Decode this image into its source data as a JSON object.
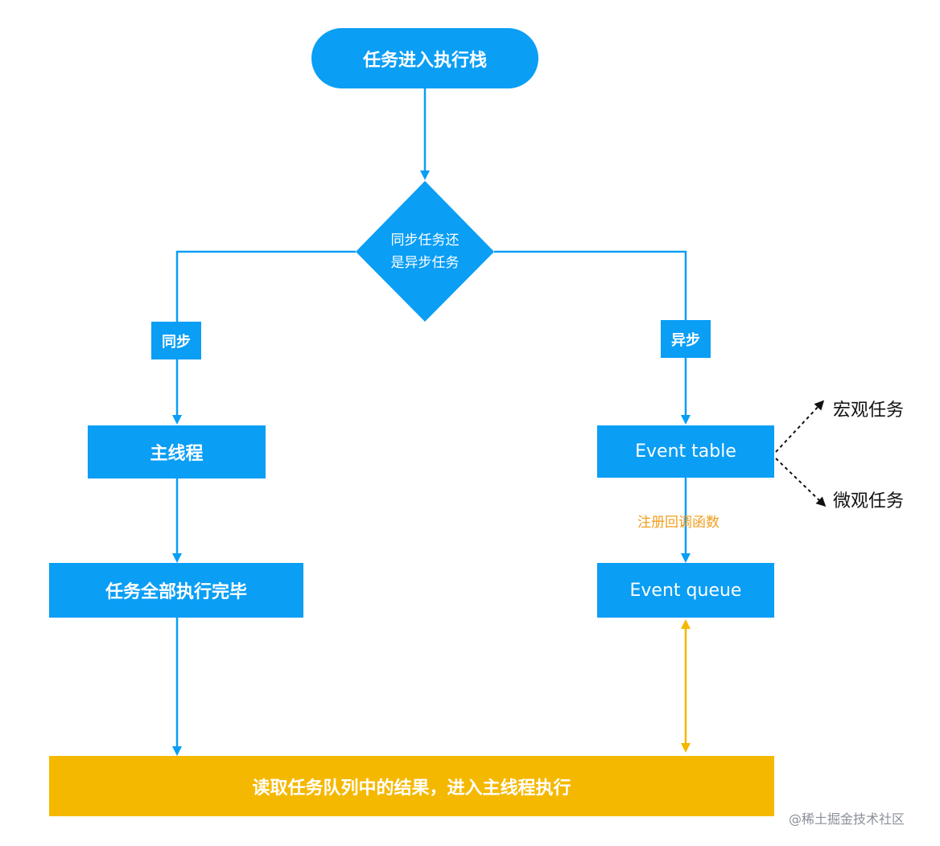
{
  "colors": {
    "primary": "#0a9ef5",
    "accent": "#f5b800",
    "note": "#f29d1b"
  },
  "start": {
    "label": "任务进入执行栈"
  },
  "decision": {
    "line1": "同步任务还",
    "line2": "是异步任务"
  },
  "branches": {
    "sync_label": "同步",
    "async_label": "异步"
  },
  "sync_path": {
    "main_thread": "主线程",
    "all_done": "任务全部执行完毕"
  },
  "async_path": {
    "event_table": "Event table",
    "register_note": "注册回调函数",
    "event_queue": "Event queue",
    "macro_task": "宏观任务",
    "micro_task": "微观任务"
  },
  "final_step": {
    "label": "读取任务队列中的结果，进入主线程执行"
  },
  "watermark": "@稀土掘金技术社区"
}
